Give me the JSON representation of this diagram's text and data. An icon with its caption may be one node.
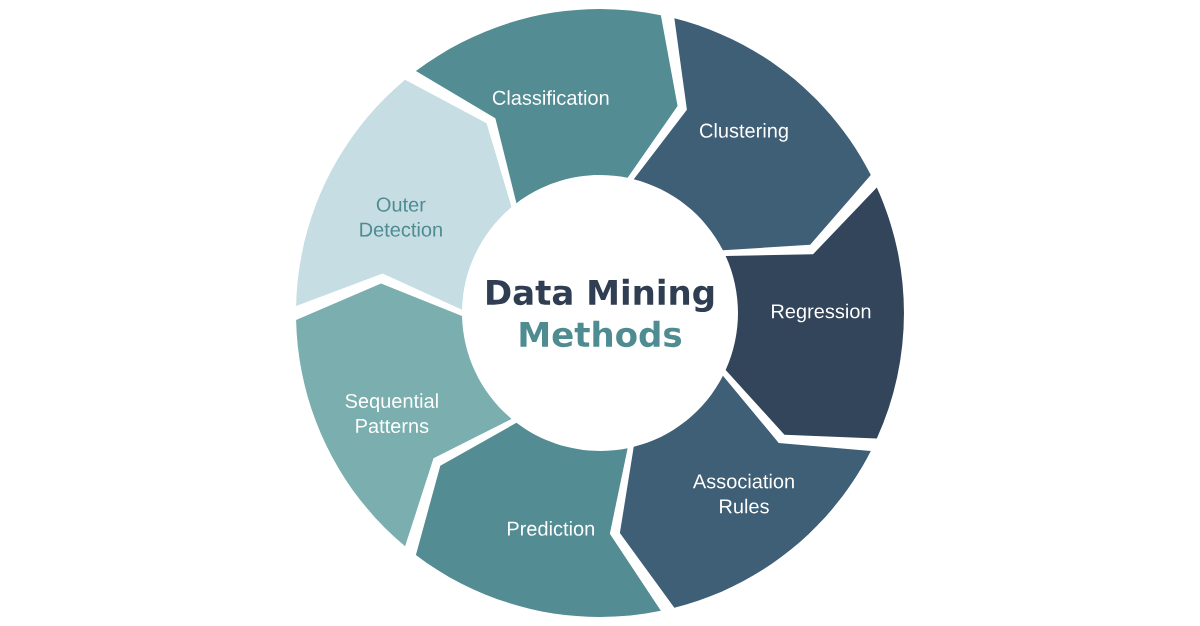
{
  "diagram": {
    "nodes": [
      {
        "text": [
          "Classification"
        ]
      },
      {
        "text": [
          "Clustering"
        ]
      },
      {
        "text": [
          "Regression"
        ]
      },
      {
        "text": [
          "Association Rules"
        ]
      },
      {
        "text": [
          "Prediction"
        ]
      },
      {
        "text": [
          "Sequential Patterns"
        ]
      },
      {
        "text": [
          "Outer Detection"
        ]
      },
      {
        "text": [
          "Data Mining",
          "Methods"
        ]
      }
    ]
  }
}
